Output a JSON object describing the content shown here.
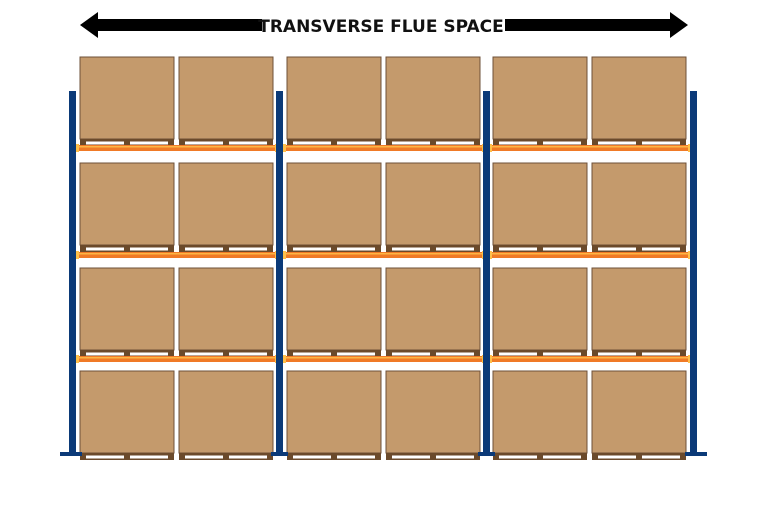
{
  "header": {
    "title": "TRANSVERSE FLUE SPACE",
    "arrow_icon": "double-headed-arrow-icon"
  },
  "rack": {
    "bays": 3,
    "levels": 4,
    "pallets_per_bay": 2,
    "beam_levels": 3,
    "colors": {
      "upright": "#0b3a78",
      "beam": "#f07a26",
      "beam_highlight": "#ffc04a",
      "box": "#c49a6c",
      "box_edge": "#6e5038",
      "pallet": "#6b4a2b",
      "arrow": "#000000"
    }
  }
}
